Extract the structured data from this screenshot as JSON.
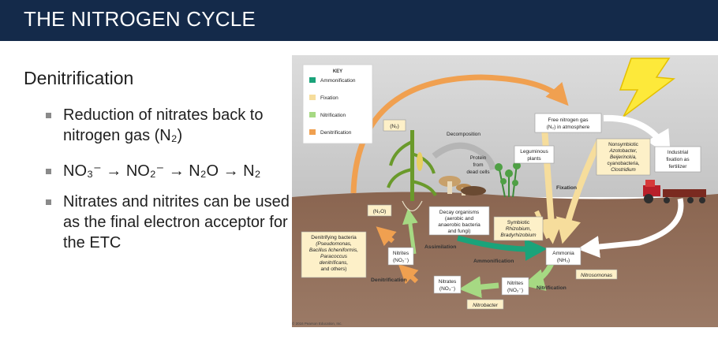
{
  "slide": {
    "title": "THE NITROGEN CYCLE",
    "subheading": "Denitrification",
    "bullets": [
      {
        "text": "Reduction of nitrates back to nitrogen gas (N₂)"
      },
      {
        "text": "NO₃⁻ → NO₂⁻ → N₂O → N₂"
      },
      {
        "text": "Nitrates and nitrites can be used as the final electron acceptor for the ETC"
      }
    ]
  },
  "figure": {
    "key": {
      "title": "KEY",
      "items": [
        {
          "label": "Ammonification",
          "color": "#1aa37a"
        },
        {
          "label": "Fixation",
          "color": "#f6dd9c"
        },
        {
          "label": "Nitrification",
          "color": "#a6d983"
        },
        {
          "label": "Denitrification",
          "color": "#f0a050"
        }
      ]
    },
    "labels": {
      "n2": "(N₂)",
      "n2o": "(N₂O)",
      "free_n2_line1": "Free nitrogen gas",
      "free_n2_line2": "(N₂) in atmosphere",
      "decomposition": "Decomposition",
      "protein_line1": "Protein",
      "protein_line2": "from",
      "protein_line3": "dead cells",
      "leguminous_line1": "Leguminous",
      "leguminous_line2": "plants",
      "nonsym_line1": "Nonsymbiotic",
      "nonsym_line2": "Azotobacter,",
      "nonsym_line3": "Beijerinckia,",
      "nonsym_line4": "cyanobacteria,",
      "nonsym_line5": "Clostridium",
      "industrial_line1": "Industrial",
      "industrial_line2": "fixation as",
      "industrial_line3": "fertilizer",
      "fixation": "Fixation",
      "decay_line1": "Decay organisms",
      "decay_line2": "(aerobic and",
      "decay_line3": "anaerobic bacteria",
      "decay_line4": "and fungi)",
      "symbiotic_line1": "Symbiotic",
      "symbiotic_line2": "Rhizobium,",
      "symbiotic_line3": "Bradyrhizobium",
      "denitrifying_line1": "Denitrifying bacteria",
      "denitrifying_line2": "(Pseudomonas,",
      "denitrifying_line3": "Bacillus licheniformis,",
      "denitrifying_line4": "Paracoccus",
      "denitrifying_line5": "denitrificans,",
      "denitrifying_line6": "and others)",
      "assimilation": "Assimilation",
      "nitrites_top_line1": "Nitrites",
      "nitrites_top_line2": "(NO₂⁻)",
      "ammonification": "Ammonification",
      "ammonia_line1": "Ammonia",
      "ammonia_line2": "(NH₃)",
      "nitrosomonas": "Nitrosomonas",
      "denitrification": "Denitrification",
      "nitrates_line1": "Nitrates",
      "nitrates_line2": "(NO₃⁻)",
      "nitrites_bottom_line1": "Nitrites",
      "nitrites_bottom_line2": "(NO₂⁻)",
      "nitrification": "Nitrification",
      "nitrobacter": "Nitrobacter",
      "copyright": "© 2016 Pearson Education, Inc."
    }
  }
}
